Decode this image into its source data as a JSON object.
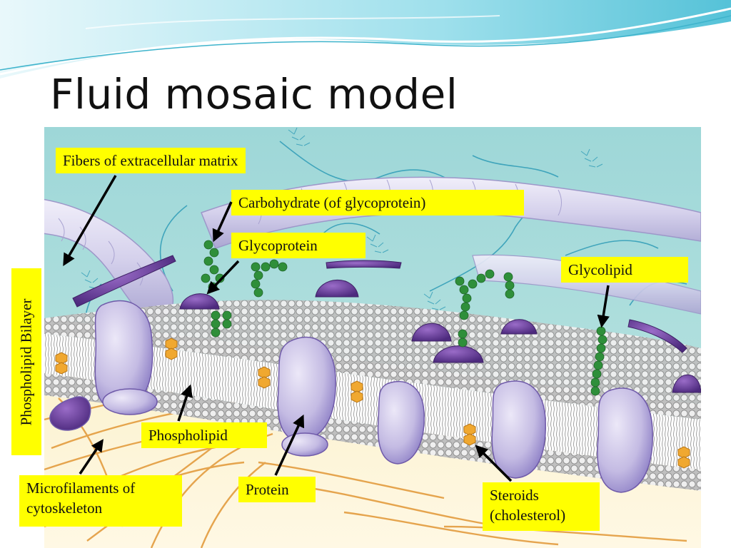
{
  "slide": {
    "title": "Fluid mosaic model"
  },
  "labels": {
    "fibers_ecm": "Fibers of extracellular matrix",
    "carbohydrate": "Carbohydrate (of glycoprotein)",
    "glycoprotein": "Glycoprotein",
    "glycolipid": "Glycolipid",
    "phospholipid_bilayer": "Phospholipid Bilayer",
    "phospholipid": "Phospholipid",
    "microfilaments": "Microfilaments of cytoskeleton",
    "protein": "Protein",
    "steroids": "Steroids (cholesterol)"
  },
  "colors": {
    "callout_bg": "#ffff00",
    "extracellular_bg": "#a8dede",
    "cytoplasm_bg": "#fbf0c4",
    "protein": "#c6bde3",
    "protein_dark": "#6a3f9e",
    "carbohydrate": "#2f8f3a",
    "cholesterol": "#f0a830",
    "cytoskeleton": "#e6a14a",
    "fiber": "#d7d4ec",
    "header_wave": "#6ccde0"
  }
}
